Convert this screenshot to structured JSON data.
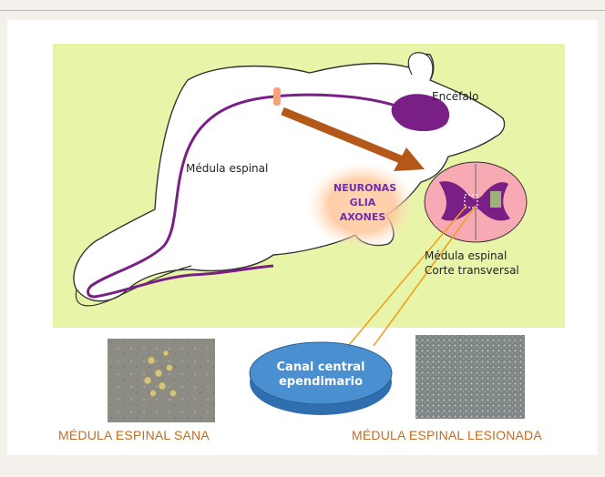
{
  "labels": {
    "encefalo": "Encéfalo",
    "medula_espinal": "Médula espinal",
    "neuronas": "NEURONAS",
    "glia": "GLIA",
    "axones": "AXONES",
    "corte_line1": "Médula espinal",
    "corte_line2": "Corte transversal",
    "canal_line1": "Canal central",
    "canal_line2": "ependimario"
  },
  "captions": {
    "sana": "MÉDULA ESPINAL SANA",
    "lesionada": "MÉDULA ESPINAL LESIONADA"
  },
  "colors": {
    "accent_orange": "#c96a1b",
    "rule": "#d7b682",
    "scene_bg": "#e8f5a8",
    "purple": "#7a1f86",
    "arrow_brown": "#b4581a",
    "disc_blue": "#4a90d0"
  }
}
